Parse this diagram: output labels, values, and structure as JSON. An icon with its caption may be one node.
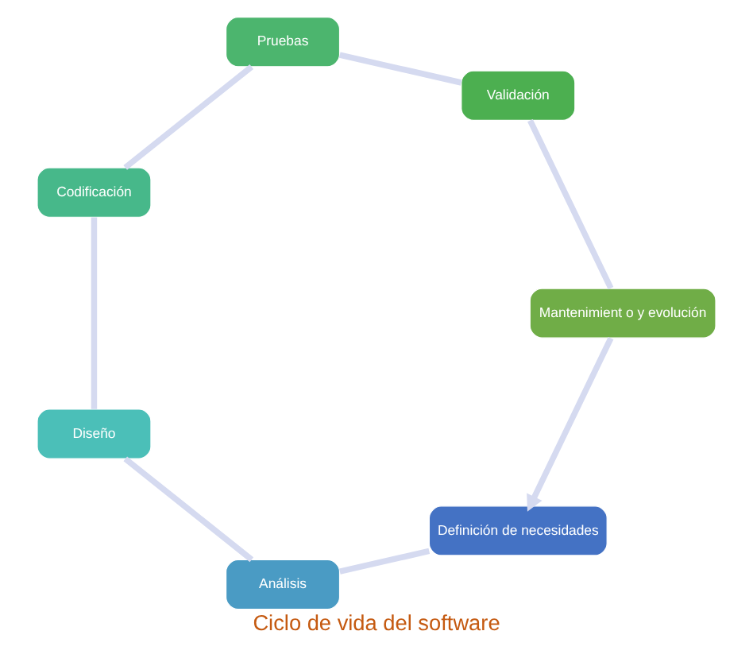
{
  "diagram": {
    "title": "Ciclo de vida del software",
    "nodes": [
      {
        "text": [
          "Definición de necesidades"
        ]
      },
      {
        "text": [
          "Análisis"
        ]
      },
      {
        "text": [
          "Diseño"
        ]
      },
      {
        "text": [
          "Codificación"
        ]
      },
      {
        "text": [
          "Pruebas"
        ]
      },
      {
        "text": [
          "Validación"
        ]
      },
      {
        "text": [
          "Mantenimient o y evolución"
        ]
      }
    ],
    "edges": [
      {
        "from": 0,
        "to": 1,
        "arrow": "none"
      },
      {
        "from": 1,
        "to": 2,
        "arrow": "none"
      },
      {
        "from": 2,
        "to": 3,
        "arrow": "none"
      },
      {
        "from": 3,
        "to": 4,
        "arrow": "none"
      },
      {
        "from": 4,
        "to": 5,
        "arrow": "none"
      },
      {
        "from": 5,
        "to": 6,
        "arrow": "none"
      },
      {
        "from": 6,
        "to": 0,
        "arrow": "to"
      }
    ]
  }
}
